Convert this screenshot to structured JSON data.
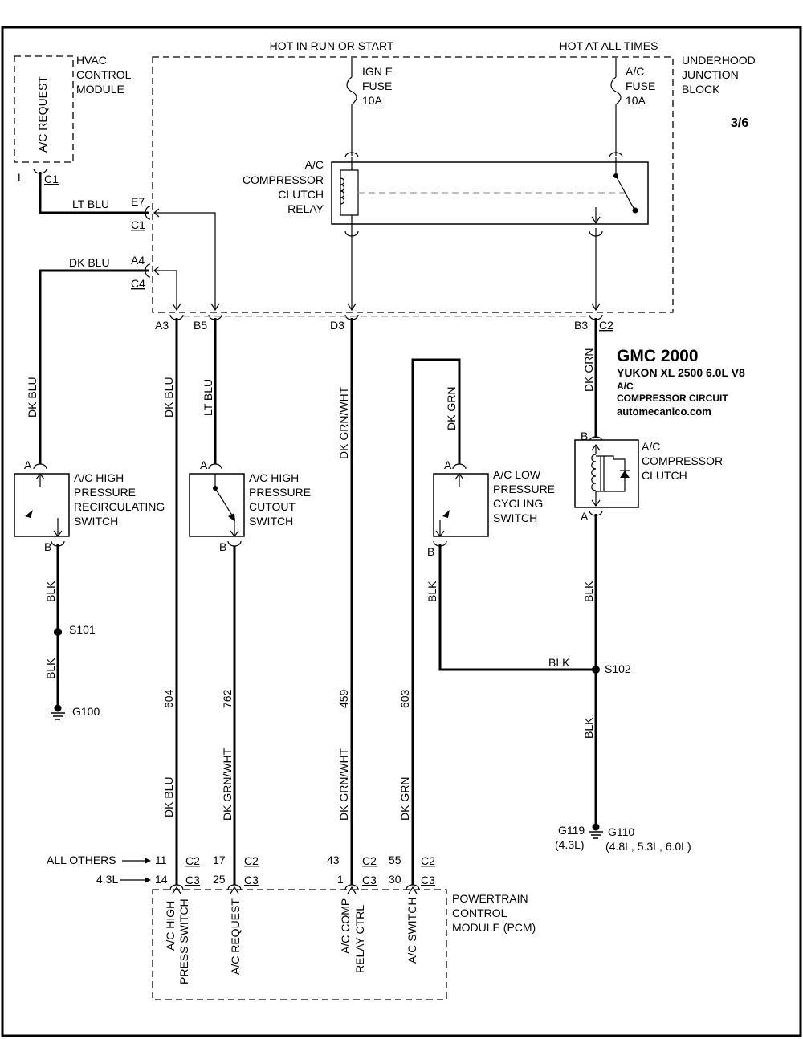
{
  "title": {
    "make_year": "GMC 2000",
    "model": "YUKON XL 2500  6.0L  V8",
    "system": "A/C",
    "circuit": "COMPRESSOR CIRCUIT",
    "site": "automecanico.com"
  },
  "page_number": "3/6",
  "power": {
    "run_start": "HOT IN RUN OR START",
    "all_times": "HOT AT ALL TIMES"
  },
  "fuses": [
    {
      "line1": "IGN E",
      "line2": "FUSE",
      "rating": "10A"
    },
    {
      "line1": "A/C",
      "line2": "FUSE",
      "rating": "10A"
    }
  ],
  "junction_block": [
    "UNDERHOOD",
    "JUNCTION",
    "BLOCK"
  ],
  "relay": [
    "A/C",
    "COMPRESSOR",
    "CLUTCH",
    "RELAY"
  ],
  "hvac": {
    "label": [
      "HVAC",
      "CONTROL",
      "MODULE"
    ],
    "pin_text": "A/C REQUEST",
    "pin": "L",
    "conn": "C1"
  },
  "junction_pins": {
    "e7": "E7",
    "c1": "C1",
    "a4": "A4",
    "c4": "C4",
    "a3": "A3",
    "b5": "B5",
    "d3": "D3",
    "b3": "B3",
    "c2": "C2"
  },
  "wires": {
    "lt_blu": "LT BLU",
    "dk_blu": "DK BLU",
    "dk_grn_wht": "DK GRN/WHT",
    "dk_grn": "DK GRN",
    "blk": "BLK"
  },
  "circuits": {
    "c604": "604",
    "c762": "762",
    "c459": "459",
    "c603": "603"
  },
  "switches": {
    "recirc": [
      "A/C HIGH",
      "PRESSURE",
      "RECIRCULATING",
      "SWITCH"
    ],
    "cutout": [
      "A/C HIGH",
      "PRESSURE",
      "CUTOUT",
      "SWITCH"
    ],
    "cycling": [
      "A/C LOW",
      "PRESSURE",
      "CYCLING",
      "SWITCH"
    ],
    "pin_a": "A",
    "pin_b": "B"
  },
  "clutch": [
    "A/C",
    "COMPRESSOR",
    "CLUTCH"
  ],
  "grounds": {
    "s101": "S101",
    "g100": "G100",
    "s102": "S102",
    "g119": "G119",
    "g119_note": "(4.3L)",
    "g110": "G110",
    "g110_note": "(4.8L, 5.3L, 6.0L)"
  },
  "pcm": {
    "label": [
      "POWERTRAIN",
      "CONTROL",
      "MODULE (PCM)"
    ],
    "all_others": "ALL OTHERS",
    "l43": "4.3L",
    "conn_c2": "C2",
    "conn_c3": "C3",
    "pins_c2": [
      "11",
      "17",
      "43",
      "55"
    ],
    "pins_c3": [
      "14",
      "25",
      "1",
      "30"
    ],
    "pin_labels": [
      [
        "A/C HIGH",
        "PRESS SWITCH"
      ],
      [
        "A/C REQUEST"
      ],
      [
        "A/C COMP",
        "RELAY CTRL"
      ],
      [
        "A/C SWITCH"
      ]
    ]
  },
  "colors": {
    "line": "#000000",
    "background": "#ffffff",
    "relay_link": "#999999"
  }
}
